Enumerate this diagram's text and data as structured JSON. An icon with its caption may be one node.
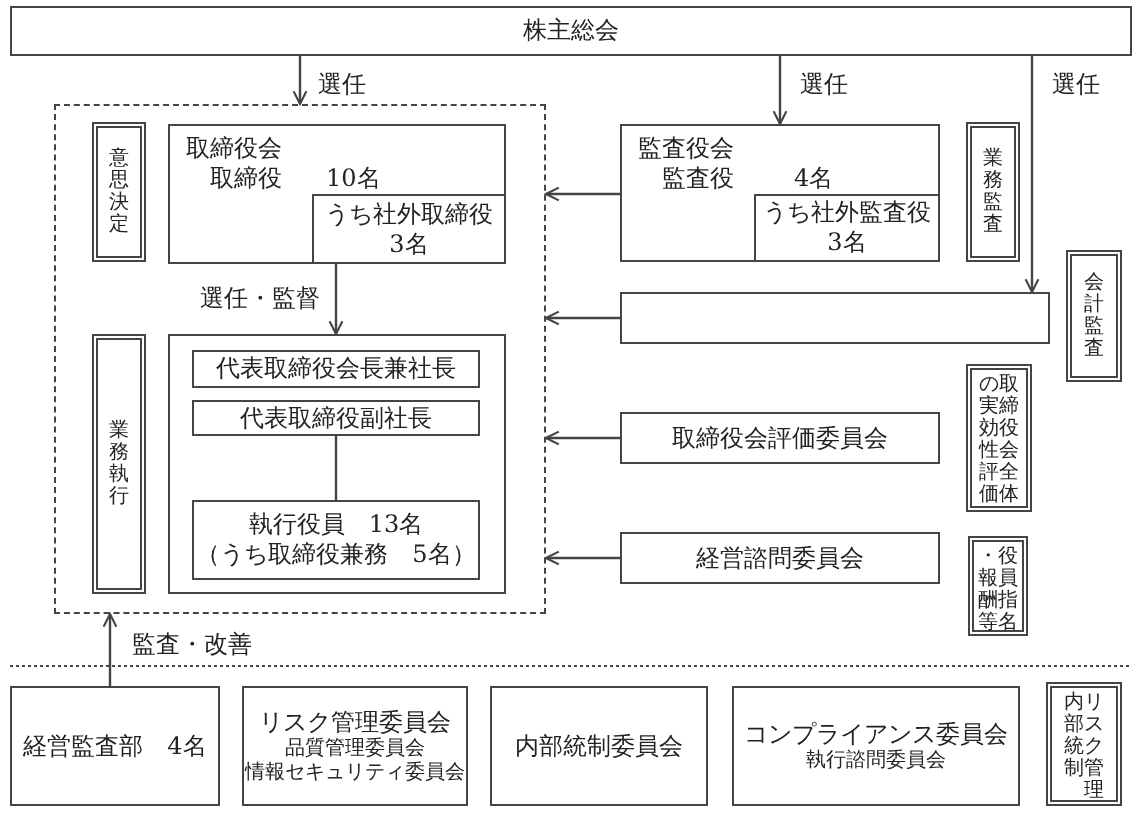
{
  "diagram": {
    "nodes": [
      {
        "text": [
          "株主総会"
        ]
      },
      {
        "text": [],
        "shape": "box"
      },
      {
        "text": [
          "意思決定"
        ],
        "in": 1
      },
      {
        "text": [
          "業務執行"
        ],
        "in": 1
      },
      {
        "text": [
          "取締役会",
          "取締役",
          "10名"
        ],
        "in": 1
      },
      {
        "text": [
          "うち社外取締役",
          "3名"
        ],
        "in": 4
      },
      {
        "text": [],
        "shape": "box",
        "in": 1
      },
      {
        "text": [
          "代表取締役会長兼社長"
        ],
        "in": 6
      },
      {
        "text": [
          "代表取締役副社長"
        ],
        "in": 6
      },
      {
        "text": [
          "執行役員　13名",
          "（うち取締役兼務　5名）"
        ],
        "in": 6
      },
      {
        "text": [
          "監査役会",
          "監査役",
          "4名"
        ]
      },
      {
        "text": [
          "うち社外監査役",
          "3名"
        ],
        "in": 10
      },
      {
        "text": [
          "業務監査"
        ]
      },
      {
        "text": [],
        "shape": "box"
      },
      {
        "text": [
          "会計監査"
        ]
      },
      {
        "text": [
          "取締役会評価委員会"
        ]
      },
      {
        "text": [
          "の実効性評価",
          "取締役会全体"
        ]
      },
      {
        "text": [
          "経営諮問委員会"
        ]
      },
      {
        "text": [
          "・報酬等",
          "役員指名"
        ]
      },
      {
        "text": [
          "経営監査部　4名"
        ]
      },
      {
        "text": [
          "リスク管理委員会",
          "品質管理委員会",
          "情報セキュリティ委員会"
        ]
      },
      {
        "text": [
          "内部統制委員会"
        ]
      },
      {
        "text": [
          "コンプライアンス委員会",
          "執行諮問委員会"
        ]
      },
      {
        "text": [
          "内部統制",
          "リスク管理"
        ]
      }
    ],
    "edges": [
      {
        "from": 0,
        "to": 1,
        "arrow": "to",
        "label": "選任"
      },
      {
        "from": 0,
        "to": 10,
        "arrow": "to",
        "label": "選任"
      },
      {
        "from": 0,
        "to": 13,
        "arrow": "to",
        "label": "選任"
      },
      {
        "from": 5,
        "to": 6,
        "arrow": "to",
        "label": "選任・監督"
      },
      {
        "from": 8,
        "to": 9,
        "arrow": "none"
      },
      {
        "from": 10,
        "to": 1,
        "arrow": "to"
      },
      {
        "from": 13,
        "to": 1,
        "arrow": "to"
      },
      {
        "from": 15,
        "to": 1,
        "arrow": "to"
      },
      {
        "from": 17,
        "to": 1,
        "arrow": "to"
      },
      {
        "from": 19,
        "to": 1,
        "arrow": "to",
        "label": "監査・改善"
      }
    ]
  }
}
